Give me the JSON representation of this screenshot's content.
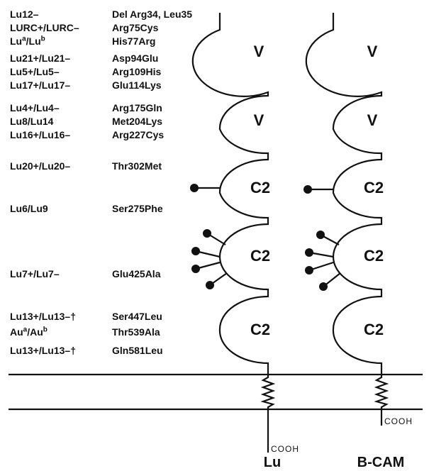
{
  "variants": [
    {
      "antigen": "Lu12–",
      "mutation": "Del Arg34, Leu35"
    },
    {
      "antigen": "LURC+/LURC–",
      "mutation": "Arg75Cys"
    },
    {
      "antigen_parts": [
        "Lu",
        "a",
        "/Lu",
        "b"
      ],
      "mutation": "His77Arg"
    },
    {
      "antigen": "Lu21+/Lu21–",
      "mutation": "Asp94Glu"
    },
    {
      "antigen": "Lu5+/Lu5–",
      "mutation": "Arg109His"
    },
    {
      "antigen": "Lu17+/Lu17–",
      "mutation": "Glu114Lys"
    },
    {
      "antigen": "Lu4+/Lu4–",
      "mutation": "Arg175Gln"
    },
    {
      "antigen": "Lu8/Lu14",
      "mutation": "Met204Lys"
    },
    {
      "antigen": "Lu16+/Lu16–",
      "mutation": "Arg227Cys"
    },
    {
      "antigen": "Lu20+/Lu20–",
      "mutation": "Thr302Met"
    },
    {
      "antigen": "Lu6/Lu9",
      "mutation": "Ser275Phe"
    },
    {
      "antigen": "Lu7+/Lu7–",
      "mutation": "Glu425Ala"
    },
    {
      "antigen": "Lu13+/Lu13–†",
      "mutation": "Ser447Leu"
    },
    {
      "antigen_parts": [
        "Au",
        "a",
        "/Au",
        "b"
      ],
      "mutation": "Thr539Ala"
    },
    {
      "antigen": "Lu13+/Lu13–†",
      "mutation": "Gln581Leu"
    }
  ],
  "domains": {
    "v": "V",
    "c2": "C2"
  },
  "terminal": "COOH",
  "isoforms": {
    "left": "Lu",
    "right": "B-CAM"
  }
}
